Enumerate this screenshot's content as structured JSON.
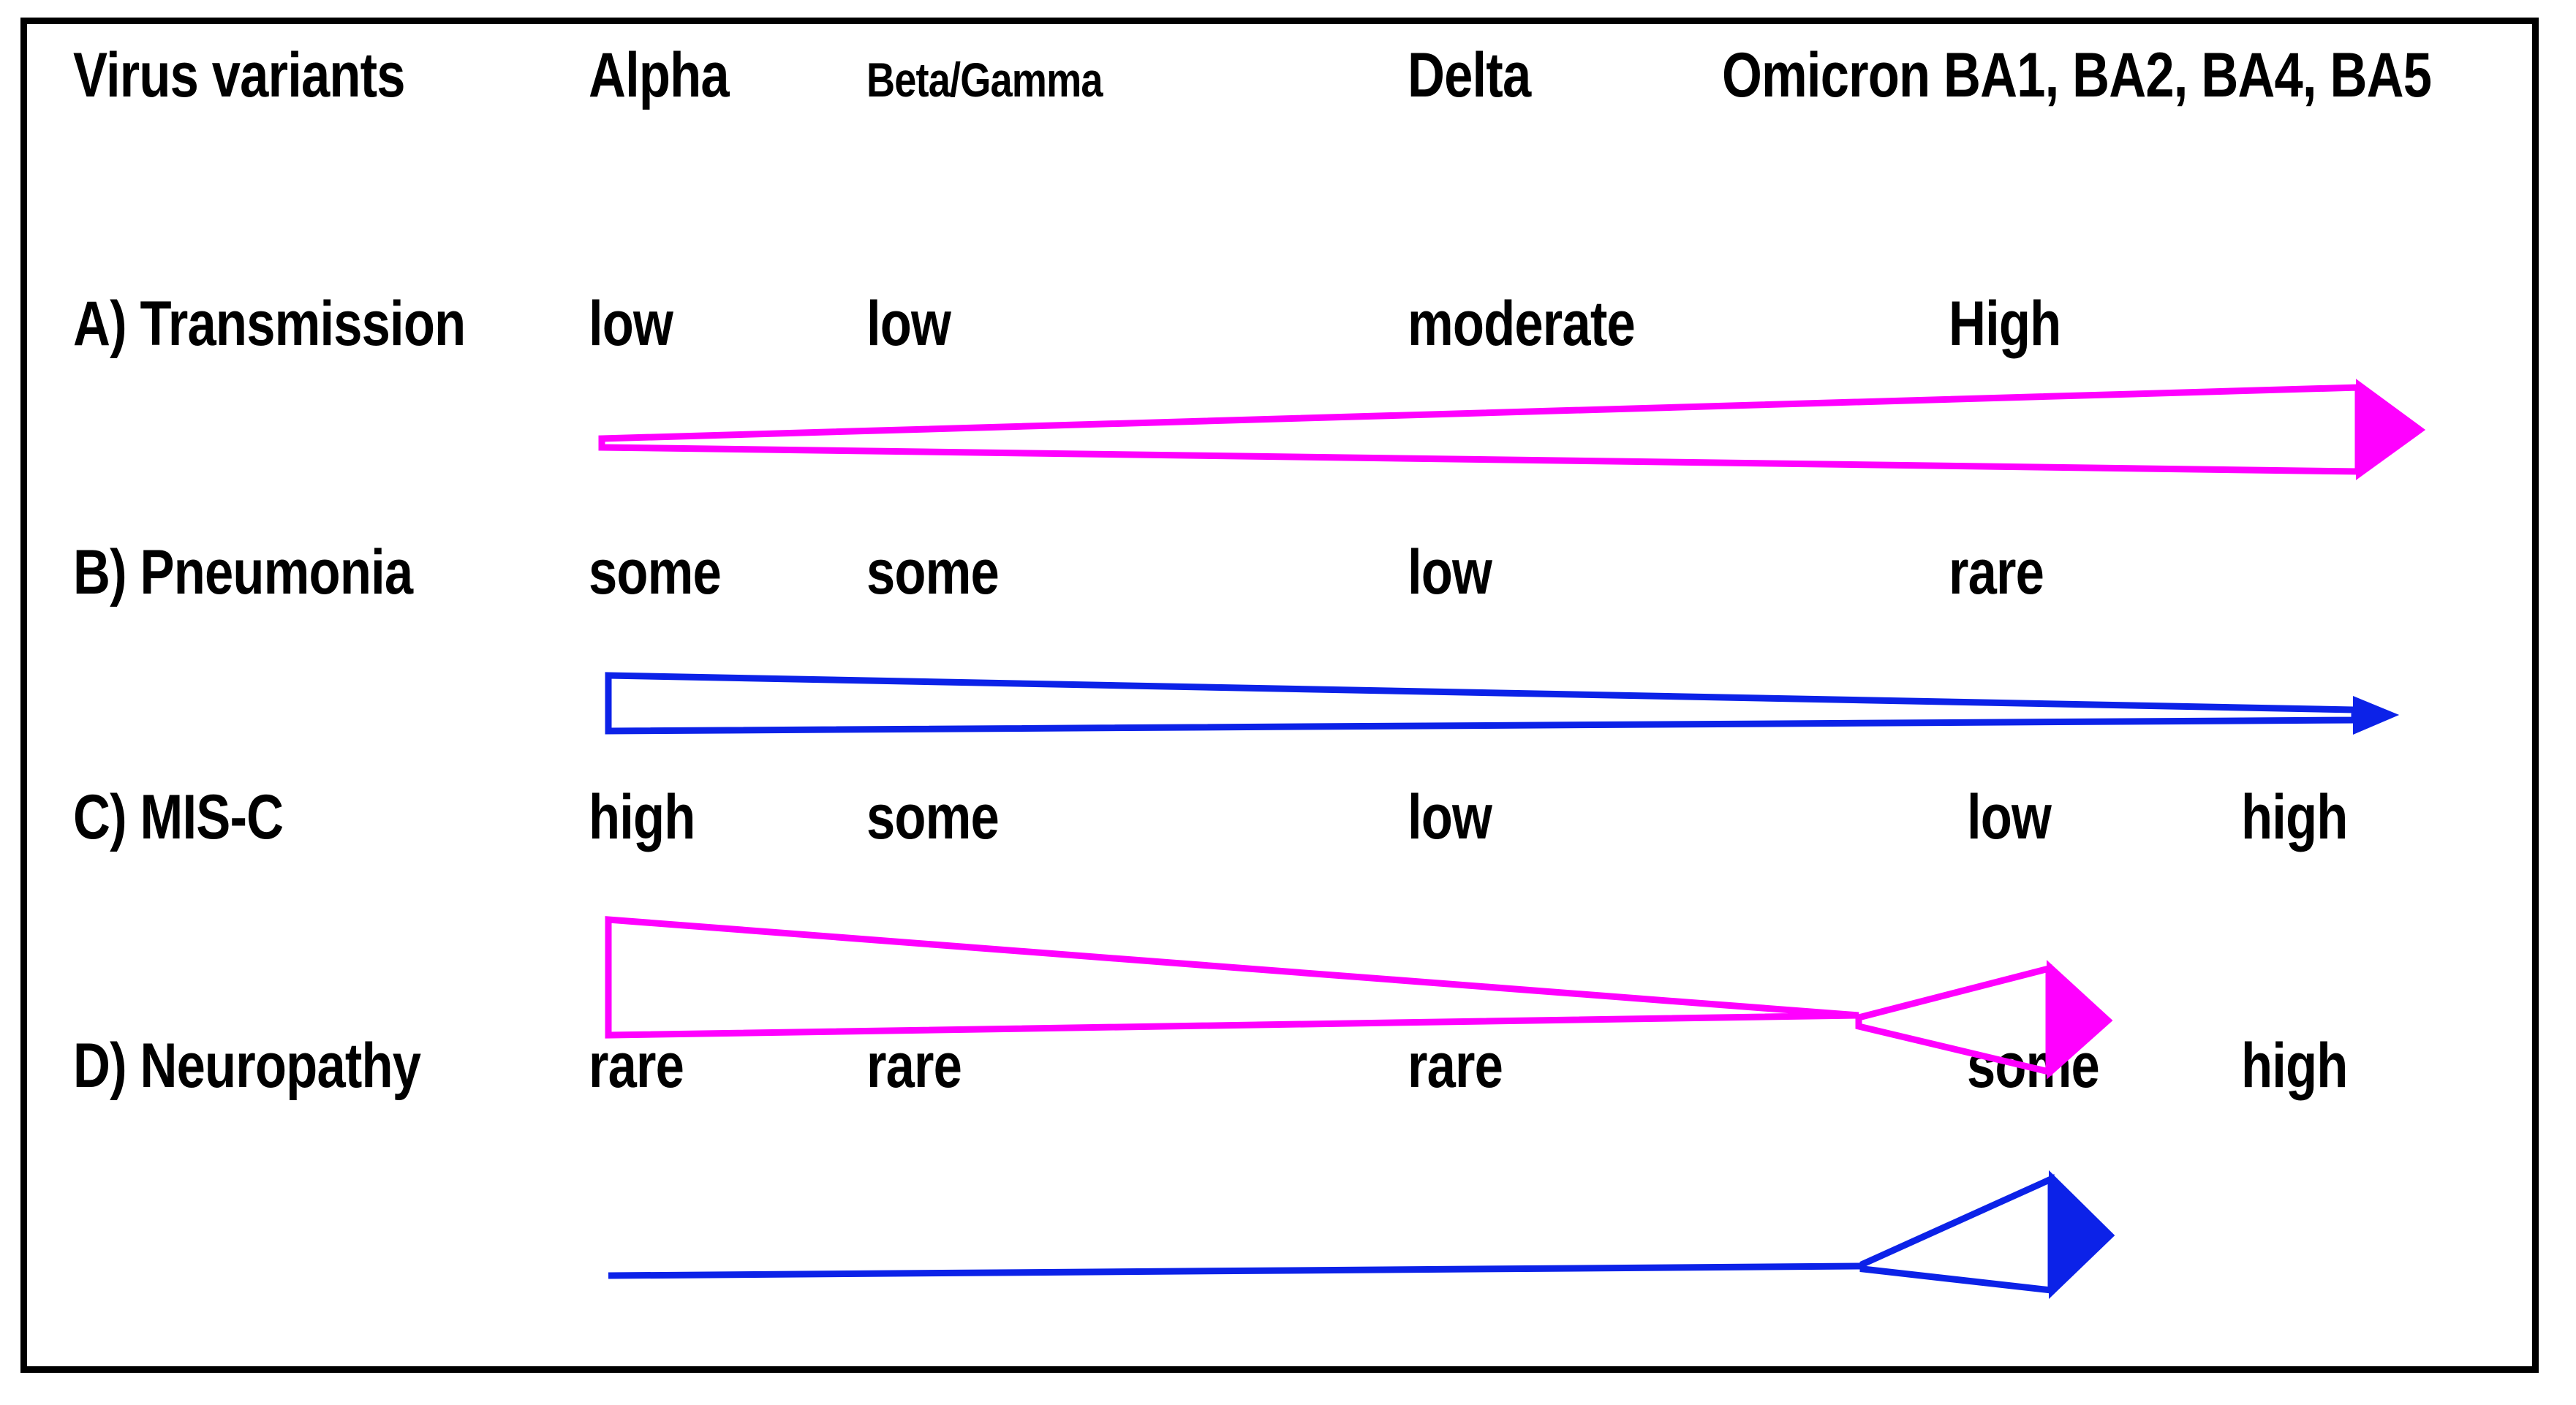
{
  "figure": {
    "border_color": "#000000",
    "background": "#ffffff",
    "magenta": "#FF00FF",
    "blue": "#0C22E8"
  },
  "header": {
    "row_title": "Virus variants",
    "variants": [
      {
        "label": "Alpha"
      },
      {
        "label": "Beta/Gamma"
      },
      {
        "label": "Delta"
      },
      {
        "label": "Omicron BA1, BA2, BA4, BA5"
      }
    ]
  },
  "rows": [
    {
      "id": "transmission",
      "label": "A) Transmission",
      "values": [
        "low",
        "low",
        "moderate",
        "High"
      ],
      "arrow": {
        "name": "transmission-arrow",
        "color": "#FF00FF",
        "style": "widening-right",
        "direction": "right",
        "filled_head": true
      }
    },
    {
      "id": "pneumonia",
      "label": "B) Pneumonia",
      "values": [
        "some",
        "some",
        "low",
        "rare"
      ],
      "arrow": {
        "name": "pneumonia-arrow",
        "color": "#0C22E8",
        "style": "narrowing-right",
        "direction": "right",
        "filled_head": true
      }
    },
    {
      "id": "mis-c",
      "label": "C) MIS-C",
      "values": [
        "high",
        "some",
        "low",
        "low",
        "high"
      ],
      "arrow": {
        "name": "mis-c-arrow",
        "color": "#FF00FF",
        "style": "narrowing-then-widening-right",
        "direction": "right",
        "filled_head": true
      }
    },
    {
      "id": "neuropathy",
      "label": "D) Neuropathy",
      "values": [
        "rare",
        "rare",
        "rare",
        "some",
        "high"
      ],
      "arrow": {
        "name": "neuropathy-arrow",
        "color": "#0C22E8",
        "style": "flat-then-widening-right",
        "direction": "right",
        "filled_head": true
      }
    }
  ]
}
